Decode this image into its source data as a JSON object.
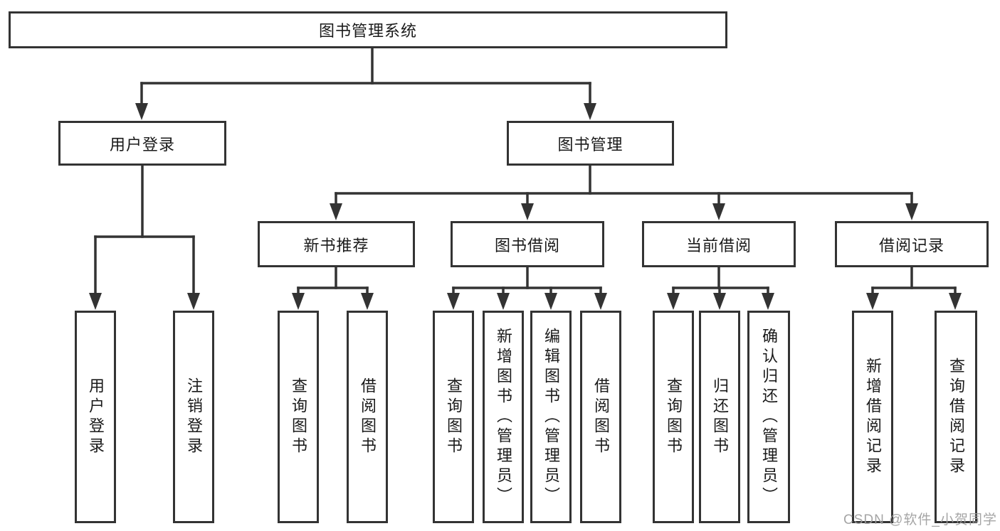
{
  "nodes": {
    "root": {
      "label": "图书管理系统"
    },
    "user_login": {
      "label": "用户登录"
    },
    "book_mgmt": {
      "label": "图书管理"
    },
    "new_book_rec": {
      "label": "新书推荐"
    },
    "book_borrow": {
      "label": "图书借阅"
    },
    "current_borrow": {
      "label": "当前借阅"
    },
    "borrow_records": {
      "label": "借阅记录"
    },
    "leaf_user_login": {
      "label": "用户登录"
    },
    "leaf_logout": {
      "label": "注销登录"
    },
    "rec_query_books": {
      "label": "查询图书"
    },
    "rec_borrow_books": {
      "label": "借阅图书"
    },
    "bb_query_books": {
      "label": "查询图书"
    },
    "bb_add_books": {
      "label": "新增图书（管理员）"
    },
    "bb_edit_books": {
      "label": "编辑图书（管理员）"
    },
    "bb_borrow_books": {
      "label": "借阅图书"
    },
    "cb_query_books": {
      "label": "查询图书"
    },
    "cb_return_books": {
      "label": "归还图书"
    },
    "cb_confirm_return": {
      "label": "确认归还（管理员）"
    },
    "br_add_record": {
      "label": "新增借阅记录"
    },
    "br_query_record": {
      "label": "查询借阅记录"
    }
  },
  "hierarchy": {
    "图书管理系统": {
      "用户登录": [
        "用户登录",
        "注销登录"
      ],
      "图书管理": {
        "新书推荐": [
          "查询图书",
          "借阅图书"
        ],
        "图书借阅": [
          "查询图书",
          "新增图书（管理员）",
          "编辑图书（管理员）",
          "借阅图书"
        ],
        "当前借阅": [
          "查询图书",
          "归还图书",
          "确认归还（管理员）"
        ],
        "借阅记录": [
          "新增借阅记录",
          "查询借阅记录"
        ]
      }
    }
  },
  "watermark": "CSDN @软件_小贺同学",
  "colors": {
    "line": "#333333",
    "box_border": "#333333",
    "text": "#1a1a1a",
    "watermark": "#9b9b9b",
    "background": "#ffffff"
  }
}
